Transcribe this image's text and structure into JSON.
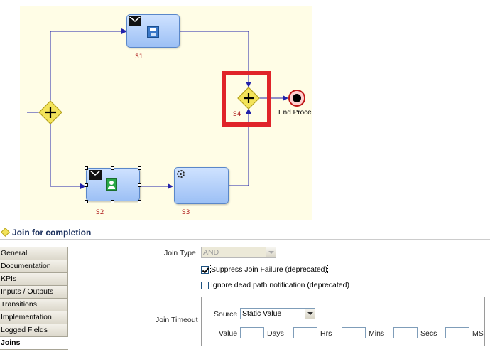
{
  "diagram": {
    "tasks": [
      {
        "id": "s1",
        "label": "S1"
      },
      {
        "id": "s2",
        "label": "S2"
      },
      {
        "id": "s3",
        "label": "S3"
      }
    ],
    "join_gateway_label": "S4",
    "end_event_label": "End Process"
  },
  "panel": {
    "title": "Join for completion",
    "tabs": [
      {
        "label": "General",
        "active": false
      },
      {
        "label": "Documentation",
        "active": false
      },
      {
        "label": "KPIs",
        "active": false
      },
      {
        "label": "Inputs / Outputs",
        "active": false
      },
      {
        "label": "Transitions",
        "active": false
      },
      {
        "label": "Implementation",
        "active": false
      },
      {
        "label": "Logged Fields",
        "active": false
      },
      {
        "label": "Joins",
        "active": true
      }
    ],
    "join_type_label": "Join Type",
    "join_type_value": "AND",
    "suppress_join_failure": {
      "label": "Suppress Join Failure (deprecated)",
      "checked": true
    },
    "ignore_dead_path": {
      "label": "Ignore dead path notification (deprecated)",
      "checked": false
    },
    "join_timeout": {
      "label": "Join Timeout",
      "source_label": "Source",
      "source_value": "Static Value",
      "value_label": "Value",
      "units": [
        "Days",
        "Hrs",
        "Mins",
        "Secs",
        "MS"
      ],
      "values": [
        "",
        "",
        "",
        "",
        ""
      ]
    }
  },
  "colors": {
    "highlight": "#e0242a",
    "gateway_fill": "#f3e35a",
    "task_fill": "#9cc0f5",
    "end_event": "#e0242a",
    "flow_line": "#2222aa"
  }
}
